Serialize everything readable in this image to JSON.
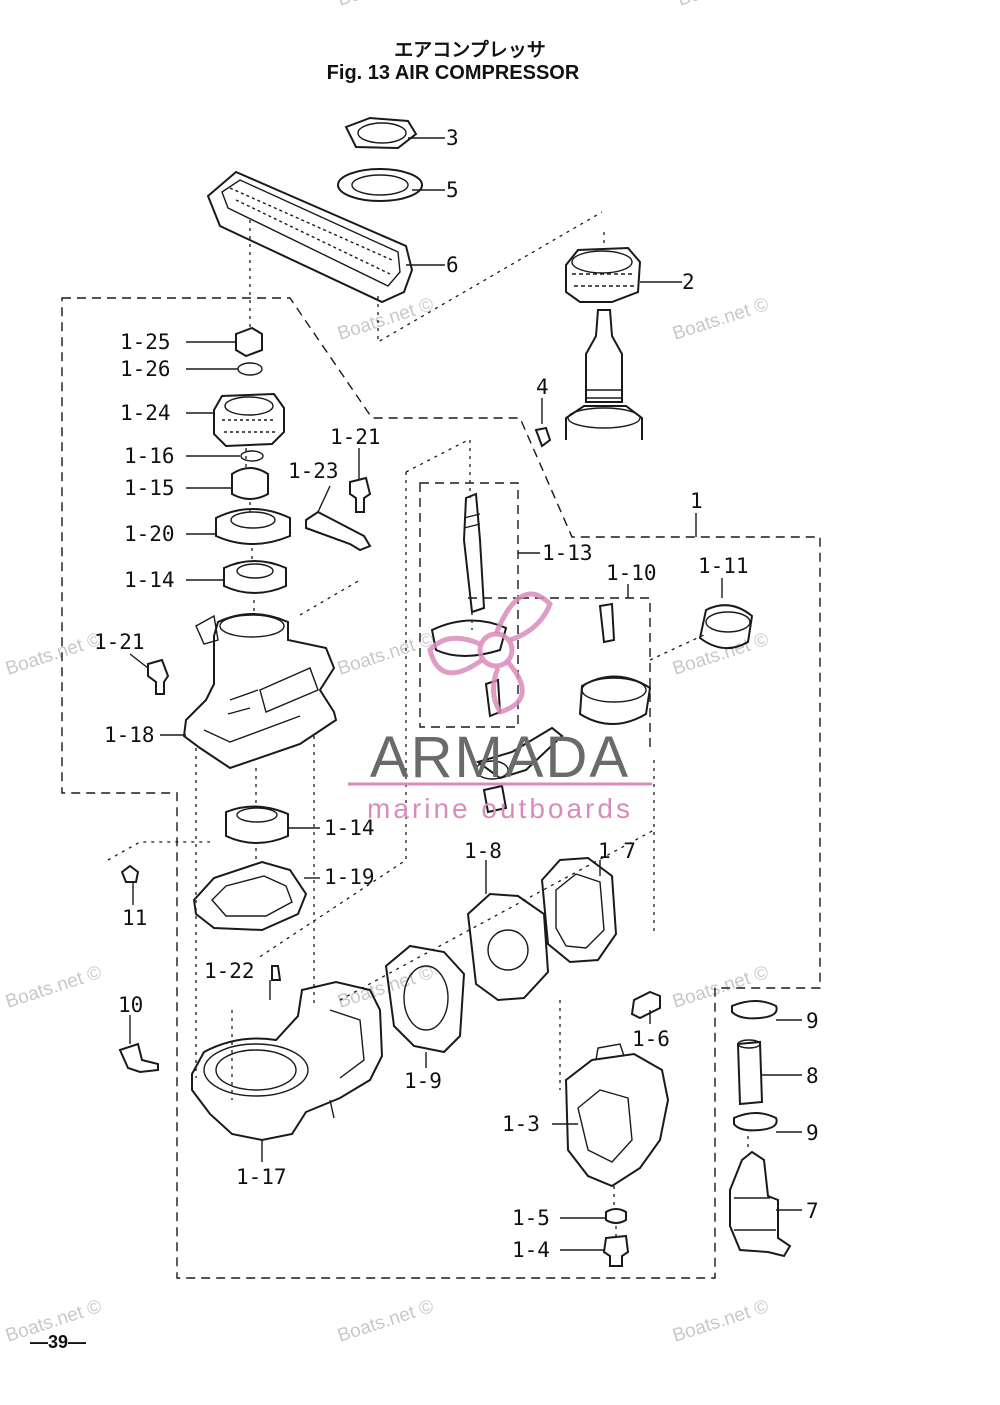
{
  "title_jp": "エアコンプレッサ",
  "title_en": "Fig. 13   AIR COMPRESSOR",
  "page_number": "—39—",
  "watermarks": [
    "Boats.net ©",
    "Boats.net ©",
    "Boats.net ©",
    "Boats.net ©",
    "Boats.net ©",
    "Boats.net ©",
    "Boats.net ©",
    "Boats.net ©",
    "Boats.net ©",
    "Boats.net ©",
    "Boats.net ©",
    "Boats.net ©",
    "Boats.net ©"
  ],
  "logo": {
    "name": "ARMADA",
    "tagline": "marine outboards",
    "color": "#d98cbc",
    "text_color": "#6a6a6a"
  },
  "callouts": [
    "3",
    "5",
    "6",
    "2",
    "4",
    "1",
    "1-25",
    "1-26",
    "1-24",
    "1-16",
    "1-15",
    "1-20",
    "1-14",
    "1-21",
    "1-23",
    "1-13",
    "1-10",
    "1-11",
    "1-21",
    "1-18",
    "1-14",
    "1-19",
    "11",
    "1-8",
    "1  7",
    "1-22",
    "10",
    "1-9",
    "1-6",
    "9",
    "8",
    "9",
    "1-17",
    "1-3",
    "7",
    "1-5",
    "1-4"
  ]
}
